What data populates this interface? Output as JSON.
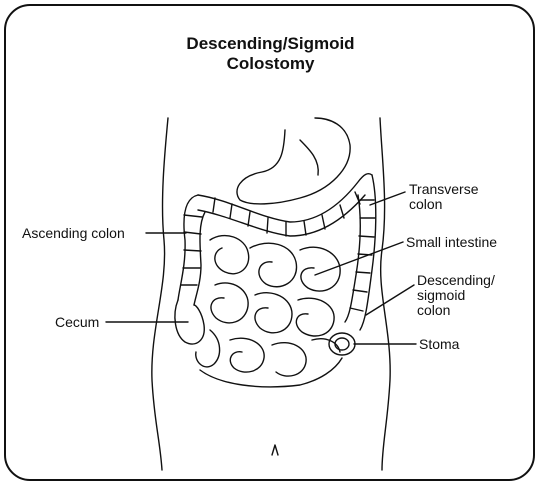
{
  "diagram": {
    "title_line1": "Descending/Sigmoid",
    "title_line2": "Colostomy",
    "labels": {
      "transverse_line1": "Transverse",
      "transverse_line2": "colon",
      "ascending": "Ascending colon",
      "small_intestine": "Small intestine",
      "descending_line1": "Descending/",
      "descending_line2": "sigmoid",
      "descending_line3": "colon",
      "cecum": "Cecum",
      "stoma": "Stoma"
    }
  }
}
